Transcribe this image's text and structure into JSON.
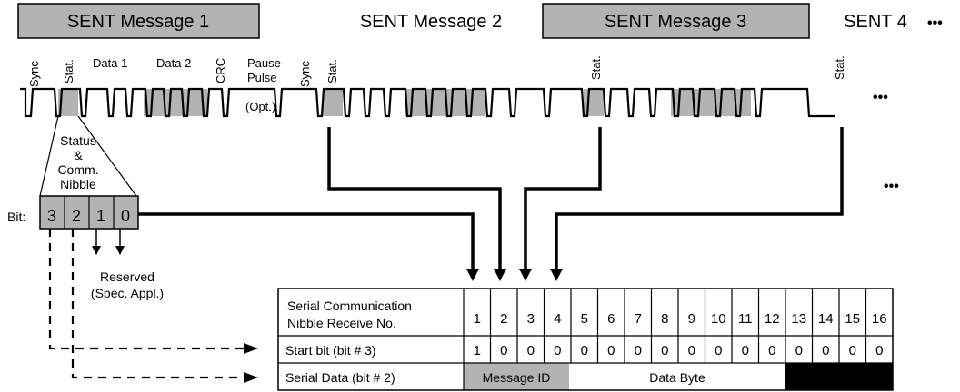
{
  "messages": {
    "m1": "SENT Message 1",
    "m2": "SENT Message 2",
    "m3": "SENT Message 3",
    "m4": "SENT 4",
    "more": "•••"
  },
  "frame_labels": {
    "sync": "Sync",
    "stat": "Stat.",
    "data1": "Data 1",
    "data2": "Data 2",
    "crc": "CRC",
    "pause_line1": "Pause",
    "pause_line2": "Pulse",
    "pause_line3": "(Opt.)"
  },
  "status_callout": {
    "line1": "Status",
    "line2": "&",
    "line3": "Comm.",
    "line4": "Nibble"
  },
  "bit_label": "Bit:",
  "bits": [
    "3",
    "2",
    "1",
    "0"
  ],
  "reserved": {
    "line1": "Reserved",
    "line2": "(Spec. Appl.)"
  },
  "ellipsis": "•••",
  "table": {
    "header_line1": "Serial Communication",
    "header_line2": "Nibble Receive No.",
    "numbers": [
      "1",
      "2",
      "3",
      "4",
      "5",
      "6",
      "7",
      "8",
      "9",
      "10",
      "11",
      "12",
      "13",
      "14",
      "15",
      "16"
    ],
    "start_bit_label": "Start bit (bit # 3)",
    "start_bits": [
      "1",
      "0",
      "0",
      "0",
      "0",
      "0",
      "0",
      "0",
      "0",
      "0",
      "0",
      "0",
      "0",
      "0",
      "0",
      "0"
    ],
    "serial_data_label": "Serial Data (bit # 2)",
    "message_id": "Message ID",
    "data_byte": "Data Byte"
  },
  "colors": {
    "shade": "#b3b3b3",
    "dark": "#000000"
  }
}
